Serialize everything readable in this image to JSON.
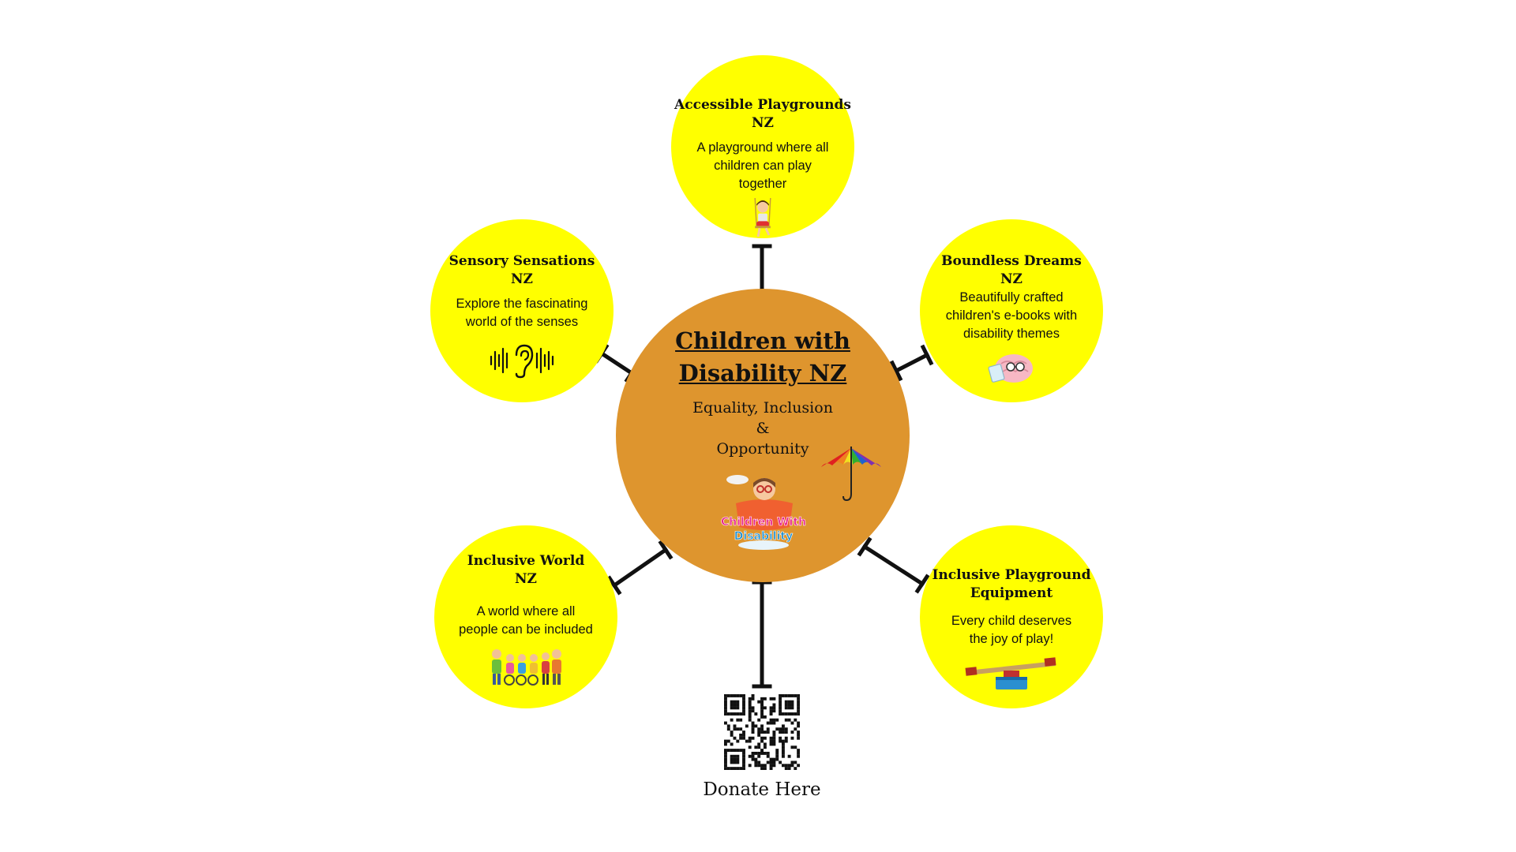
{
  "center": {
    "title_line1": "Children with",
    "title_line2": "Disability NZ",
    "sub_line1": "Equality, Inclusion",
    "sub_line2": "&",
    "sub_line3": "Opportunity",
    "logo_text_line1": "Children With",
    "logo_text_line2": "Disability"
  },
  "nodes": {
    "playgrounds": {
      "title_line1": "Accessible Playgrounds",
      "title_line2": "NZ",
      "desc_line1": "A playground where all",
      "desc_line2": "children can play",
      "desc_line3": "together",
      "icon": "swinging-child-icon"
    },
    "sensory": {
      "title_line1": "Sensory Sensations",
      "title_line2": "NZ",
      "desc_line1": "Explore the fascinating",
      "desc_line2": "world of the senses",
      "icon": "ear-soundwave-icon"
    },
    "dreams": {
      "title_line1": "Boundless Dreams",
      "title_line2": "NZ",
      "desc_line1": "Beautifully crafted",
      "desc_line2": "children's e-books with",
      "desc_line3": "disability themes",
      "icon": "brain-reading-icon"
    },
    "world": {
      "title_line1": "Inclusive World",
      "title_line2": "NZ",
      "desc_line1": "A world where all",
      "desc_line2": "people can be included",
      "icon": "group-of-children-icon"
    },
    "equipment": {
      "title_line1": "Inclusive Playground",
      "title_line2": "Equipment",
      "desc_line1": "Every child deserves",
      "desc_line2": "the joy of play!",
      "icon": "seesaw-icon"
    }
  },
  "donate": {
    "label": "Donate Here",
    "icon": "qr-code-icon"
  },
  "colors": {
    "node": "#ffff00",
    "center": "#de952e",
    "connector": "#111111"
  }
}
